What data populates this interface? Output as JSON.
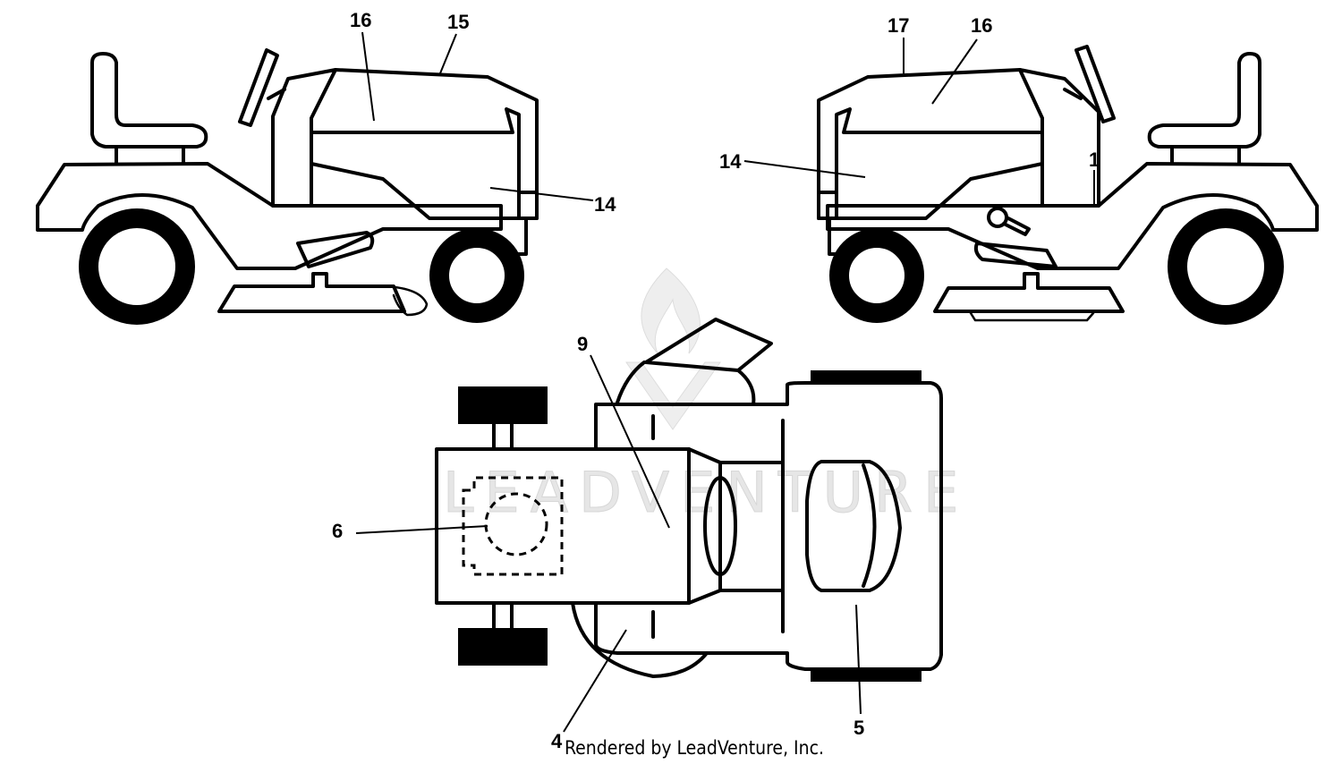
{
  "callouts": {
    "left_view": {
      "c16": "16",
      "c15": "15",
      "c14": "14"
    },
    "right_view": {
      "c17": "17",
      "c16": "16",
      "c14": "14",
      "c1": "1"
    },
    "top_view": {
      "c9": "9",
      "c6": "6",
      "c4": "4",
      "c5": "5"
    }
  },
  "credit": "Rendered by LeadVenture, Inc.",
  "watermark": {
    "text": "LEADVENTURE",
    "icon": "flame-logo-icon"
  }
}
